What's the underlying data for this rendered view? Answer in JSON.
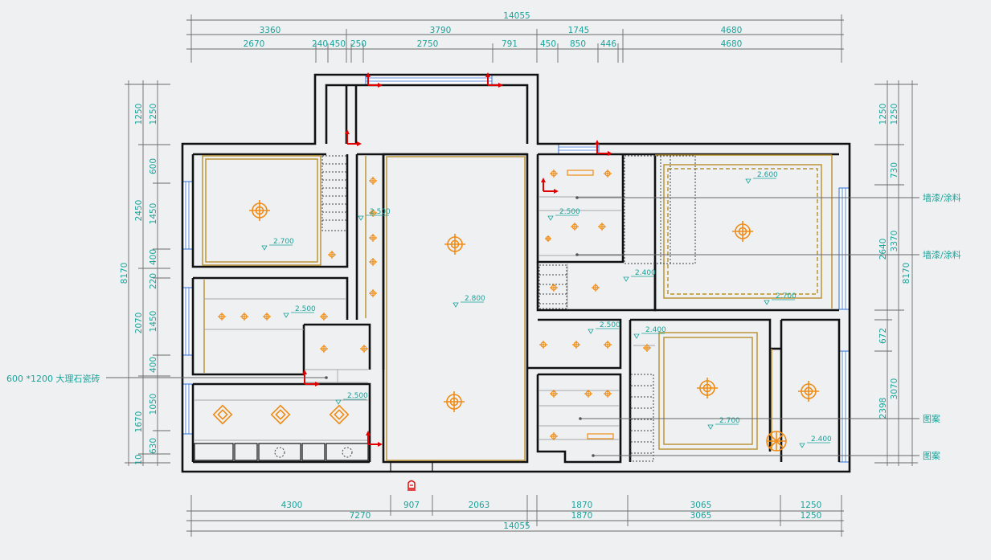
{
  "dimensions": {
    "top_total": "14055",
    "top_row2": [
      "3360",
      "3790",
      "1745",
      "4680"
    ],
    "top_row3": [
      "2670",
      "240",
      "450",
      "250",
      "2750",
      "791",
      "450",
      "850",
      "446",
      "4680"
    ],
    "bottom_row1": [
      "4300",
      "907",
      "2063",
      "1870",
      "3065",
      "1250"
    ],
    "bottom_row2": [
      "7270",
      "1870",
      "3065",
      "1250"
    ],
    "bottom_total": "14055",
    "left_total": "8170",
    "left_row2": [
      "1250",
      "2450",
      "2070",
      "1670",
      "10"
    ],
    "left_row3": [
      "1250",
      "600",
      "1450",
      "400",
      "220",
      "1450",
      "400",
      "1050",
      "630"
    ],
    "right_total": "8170",
    "right_row2": [
      "1250",
      "730",
      "3370",
      "3070"
    ],
    "right_row3": [
      "1250",
      "2640",
      "672",
      "2398"
    ]
  },
  "elevations": [
    "2.500",
    "2.700",
    "2.500",
    "2.800",
    "2.500",
    "2.500",
    "2.600",
    "2.400",
    "2.700",
    "2.500",
    "2.400",
    "2.700",
    "2.400"
  ],
  "annotations": {
    "wall_paint_1": "墙漆/涂料",
    "wall_paint_2": "墙漆/涂料",
    "pattern_1": "图案",
    "pattern_2": "图案",
    "floor_tile": "600 *1200 大理石瓷砖"
  },
  "entrance_icon": "door-entrance-icon",
  "colors": {
    "background": "#eef0f2",
    "wall": "#111111",
    "dimension_text": "#1aa39a",
    "lamp": "#f08c16",
    "ceiling_trim": "#b8902c",
    "window": "#2f6fd6",
    "marker": "#e00000"
  }
}
